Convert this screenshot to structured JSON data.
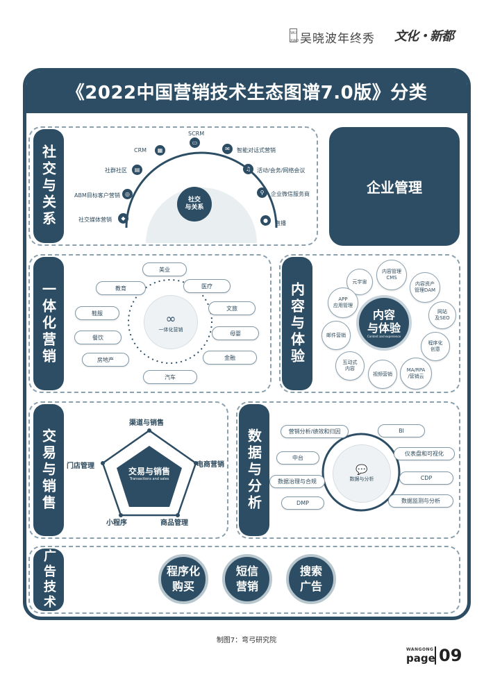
{
  "header": {
    "badge": "WU XIAO",
    "author_show": "吴晓波年终秀",
    "logo": "文化・新都"
  },
  "title": "《2022中国营销技术生态图谱7.0版》分类",
  "sections": {
    "social": {
      "tab": "社交与关系",
      "center": "社交\n与关系",
      "items": [
        "CRM",
        "SCRM",
        "智能对话式营销",
        "社群社区",
        "活动/会务/网络会议",
        "ABM目标客户营销",
        "企业微信服务商",
        "社交媒体营销",
        "直播"
      ]
    },
    "enterprise": {
      "label": "企业管理"
    },
    "integrated": {
      "tab": "一体化营销",
      "center": "一体化营销",
      "items": [
        "美业",
        "教育",
        "医疗",
        "文旅",
        "鞋服",
        "餐饮",
        "母婴",
        "房地产",
        "金融",
        "汽车"
      ]
    },
    "content": {
      "tab": "内容与体验",
      "center_cn": "内容\n与体验",
      "center_en": "Content and experience",
      "items": [
        "元宇宙",
        "内容管理\nCMS",
        "内容资产\n管理DAM",
        "APP\n应用管理",
        "网站\n及SEO",
        "邮件营销",
        "程序化\n创意",
        "互动式\n内容",
        "视频营销",
        "MA/RPA\n/营销云"
      ]
    },
    "trade": {
      "tab": "交易与销售",
      "center_cn": "交易与销售",
      "center_en": "Transactions and sales",
      "items": [
        "渠道与销售",
        "门店管理",
        "电商营销",
        "小程序",
        "商品管理"
      ]
    },
    "data": {
      "tab": "数据与分析",
      "center": "数据与分析",
      "items": [
        "营销分析/绩效和归因",
        "BI",
        "中台",
        "仪表盘和可视化",
        "数据治理与合规",
        "CDP",
        "DMP",
        "数据监测与分析"
      ]
    },
    "ads": {
      "tab": "广告技术",
      "items": [
        "程序化\n购买",
        "短信\n营销",
        "搜索\n广告"
      ]
    }
  },
  "caption": "制图7：弯弓研究院",
  "page": {
    "brand": "WANGONG",
    "word": "page",
    "number": "09"
  },
  "colors": {
    "primary": "#2c4d63",
    "dash": "#8aa0ad"
  }
}
